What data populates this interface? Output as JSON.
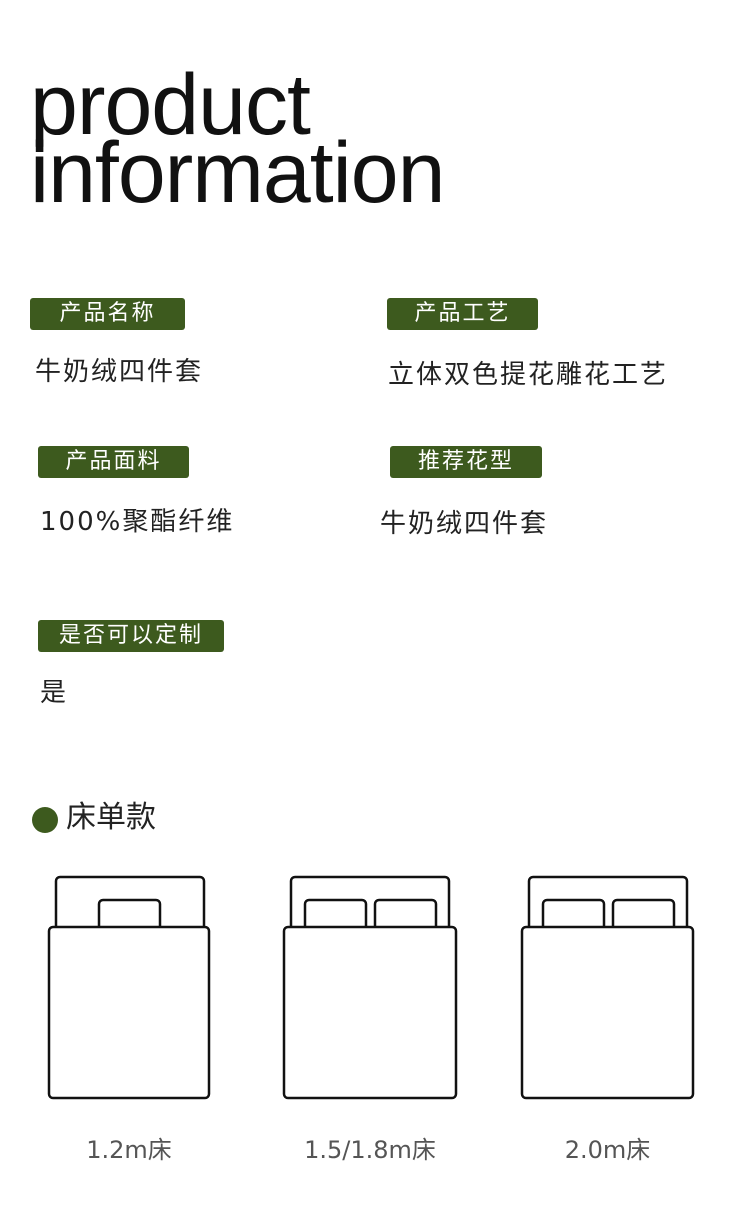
{
  "title": {
    "line1": "product",
    "line2": "information"
  },
  "fields": [
    {
      "label": "产品名称",
      "value": "牛奶绒四件套"
    },
    {
      "label": "产品工艺",
      "value": "立体双色提花雕花工艺"
    },
    {
      "label": "产品面料",
      "value": "100%聚酯纤维"
    },
    {
      "label": "推荐花型",
      "value": "牛奶绒四件套"
    },
    {
      "label": "是否可以定制",
      "value": "是"
    }
  ],
  "section": {
    "title": "床单款"
  },
  "beds": [
    {
      "caption": "1.2m床"
    },
    {
      "caption": "1.5/1.8m床"
    },
    {
      "caption": "2.0m床"
    }
  ],
  "colors": {
    "accent": "#3d5a1e"
  }
}
